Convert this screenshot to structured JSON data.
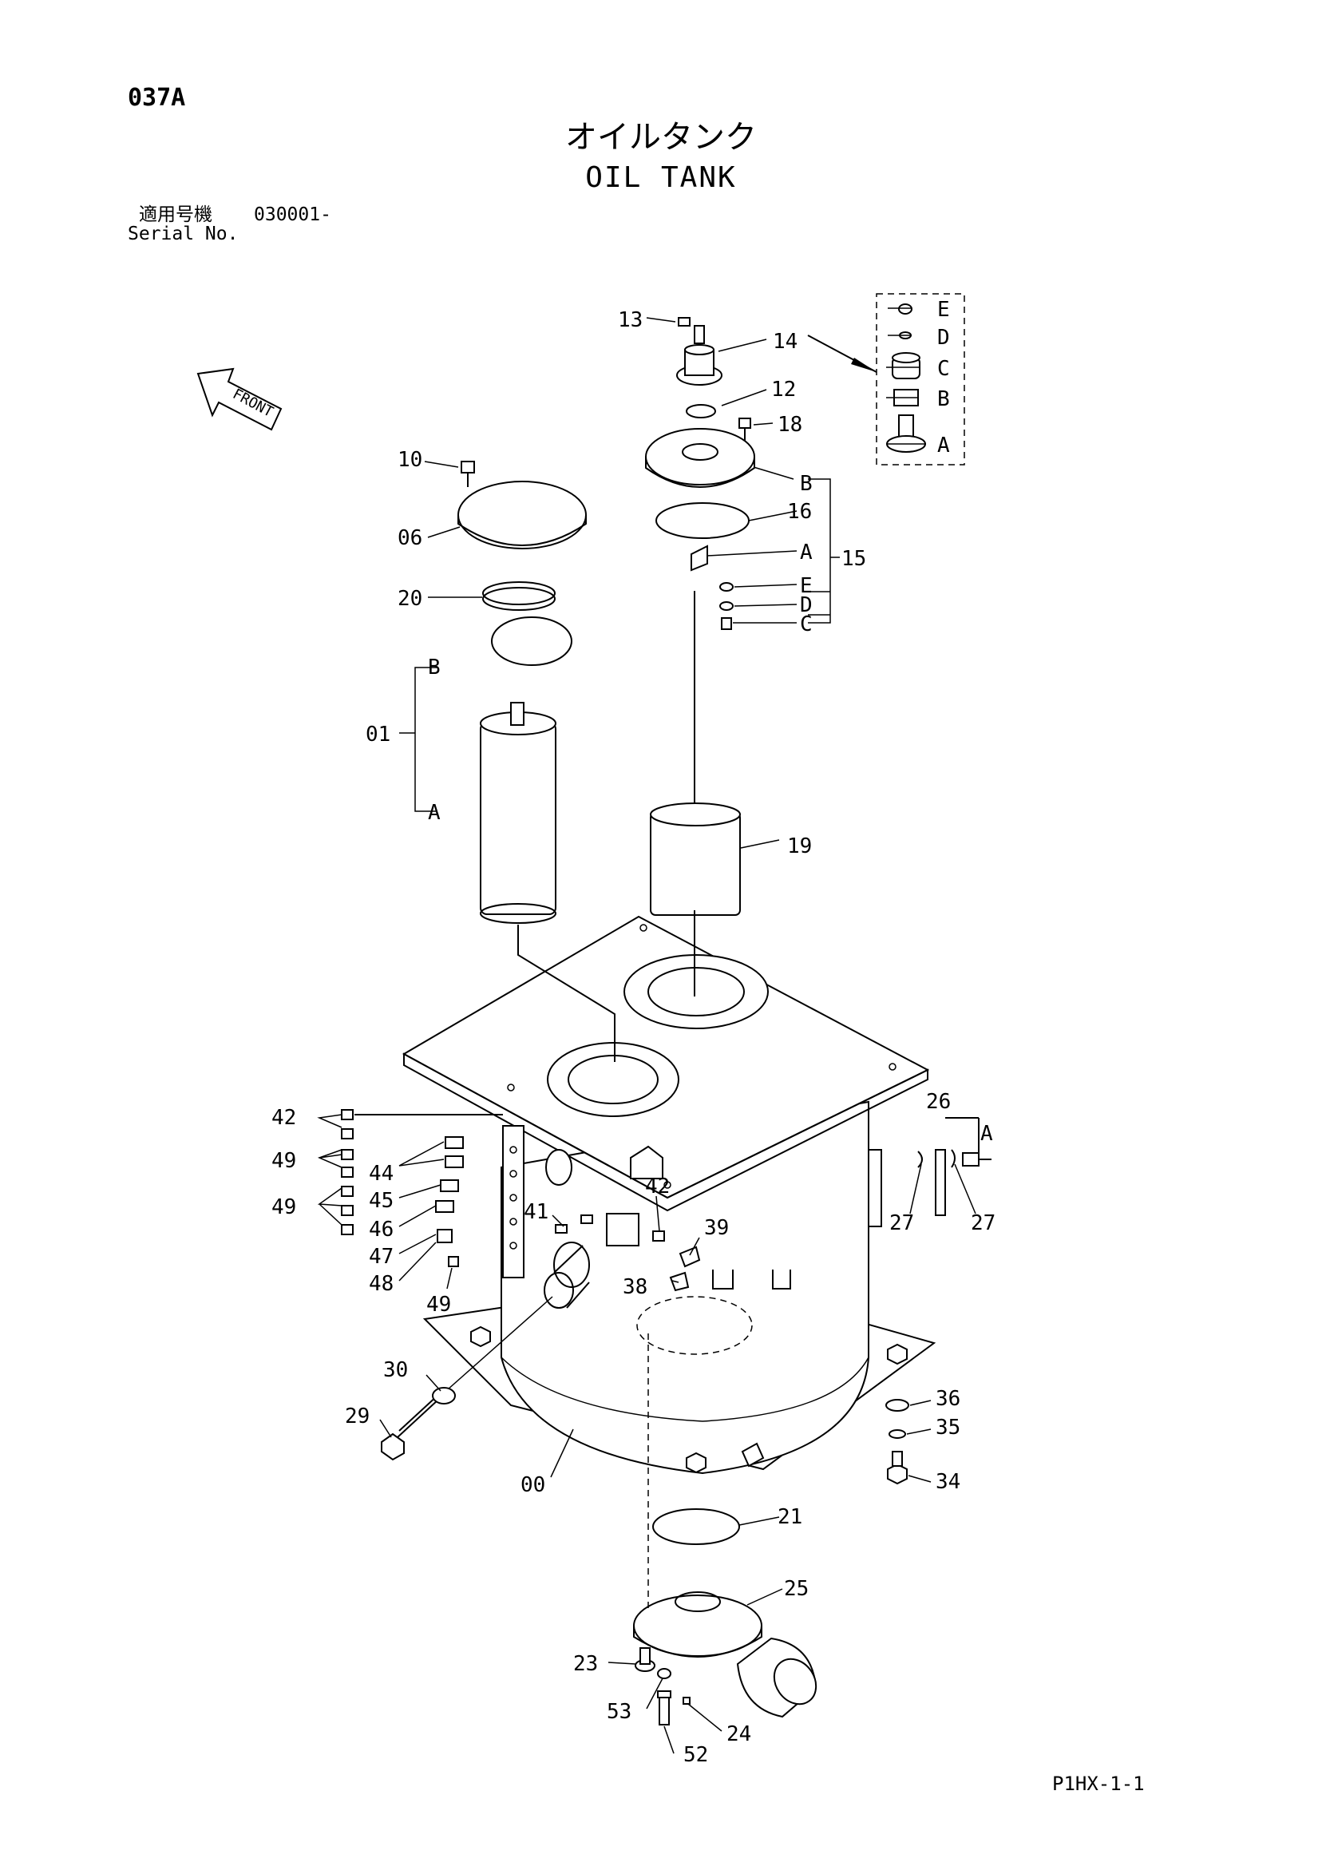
{
  "header": {
    "page_code": "037A",
    "title_jp": "オイルタンク",
    "title_en": "OIL TANK",
    "serial_label_jp": "適用号機",
    "serial_value": "030001-",
    "serial_label_en": "Serial No."
  },
  "footer": {
    "sheet_code": "P1HX-1-1"
  },
  "front_arrow_label": "FRONT",
  "callouts": {
    "c00": "00",
    "c01": "01",
    "c06": "06",
    "c10": "10",
    "c12": "12",
    "c13": "13",
    "c14": "14",
    "c15": "15",
    "c16": "16",
    "c18": "18",
    "c19": "19",
    "c20": "20",
    "c21": "21",
    "c23": "23",
    "c24": "24",
    "c25": "25",
    "c26": "26",
    "c27a": "27",
    "c27b": "27",
    "c29": "29",
    "c30": "30",
    "c34": "34",
    "c35": "35",
    "c36": "36",
    "c38": "38",
    "c39": "39",
    "c41": "41",
    "c42a": "42",
    "c42b": "42",
    "c44": "44",
    "c45": "45",
    "c46": "46",
    "c47": "47",
    "c48": "48",
    "c49a": "49",
    "c49b": "49",
    "c49c": "49",
    "c52": "52",
    "c53": "53"
  },
  "sub_labels": {
    "s14a": "A",
    "s14b": "B",
    "s14c": "C",
    "s14d": "D",
    "s14e": "E",
    "s15a": "A",
    "s15b": "B",
    "s15c": "C",
    "s15d": "D",
    "s15e": "E",
    "s01a": "A",
    "s01b": "B",
    "s26a": "A"
  }
}
